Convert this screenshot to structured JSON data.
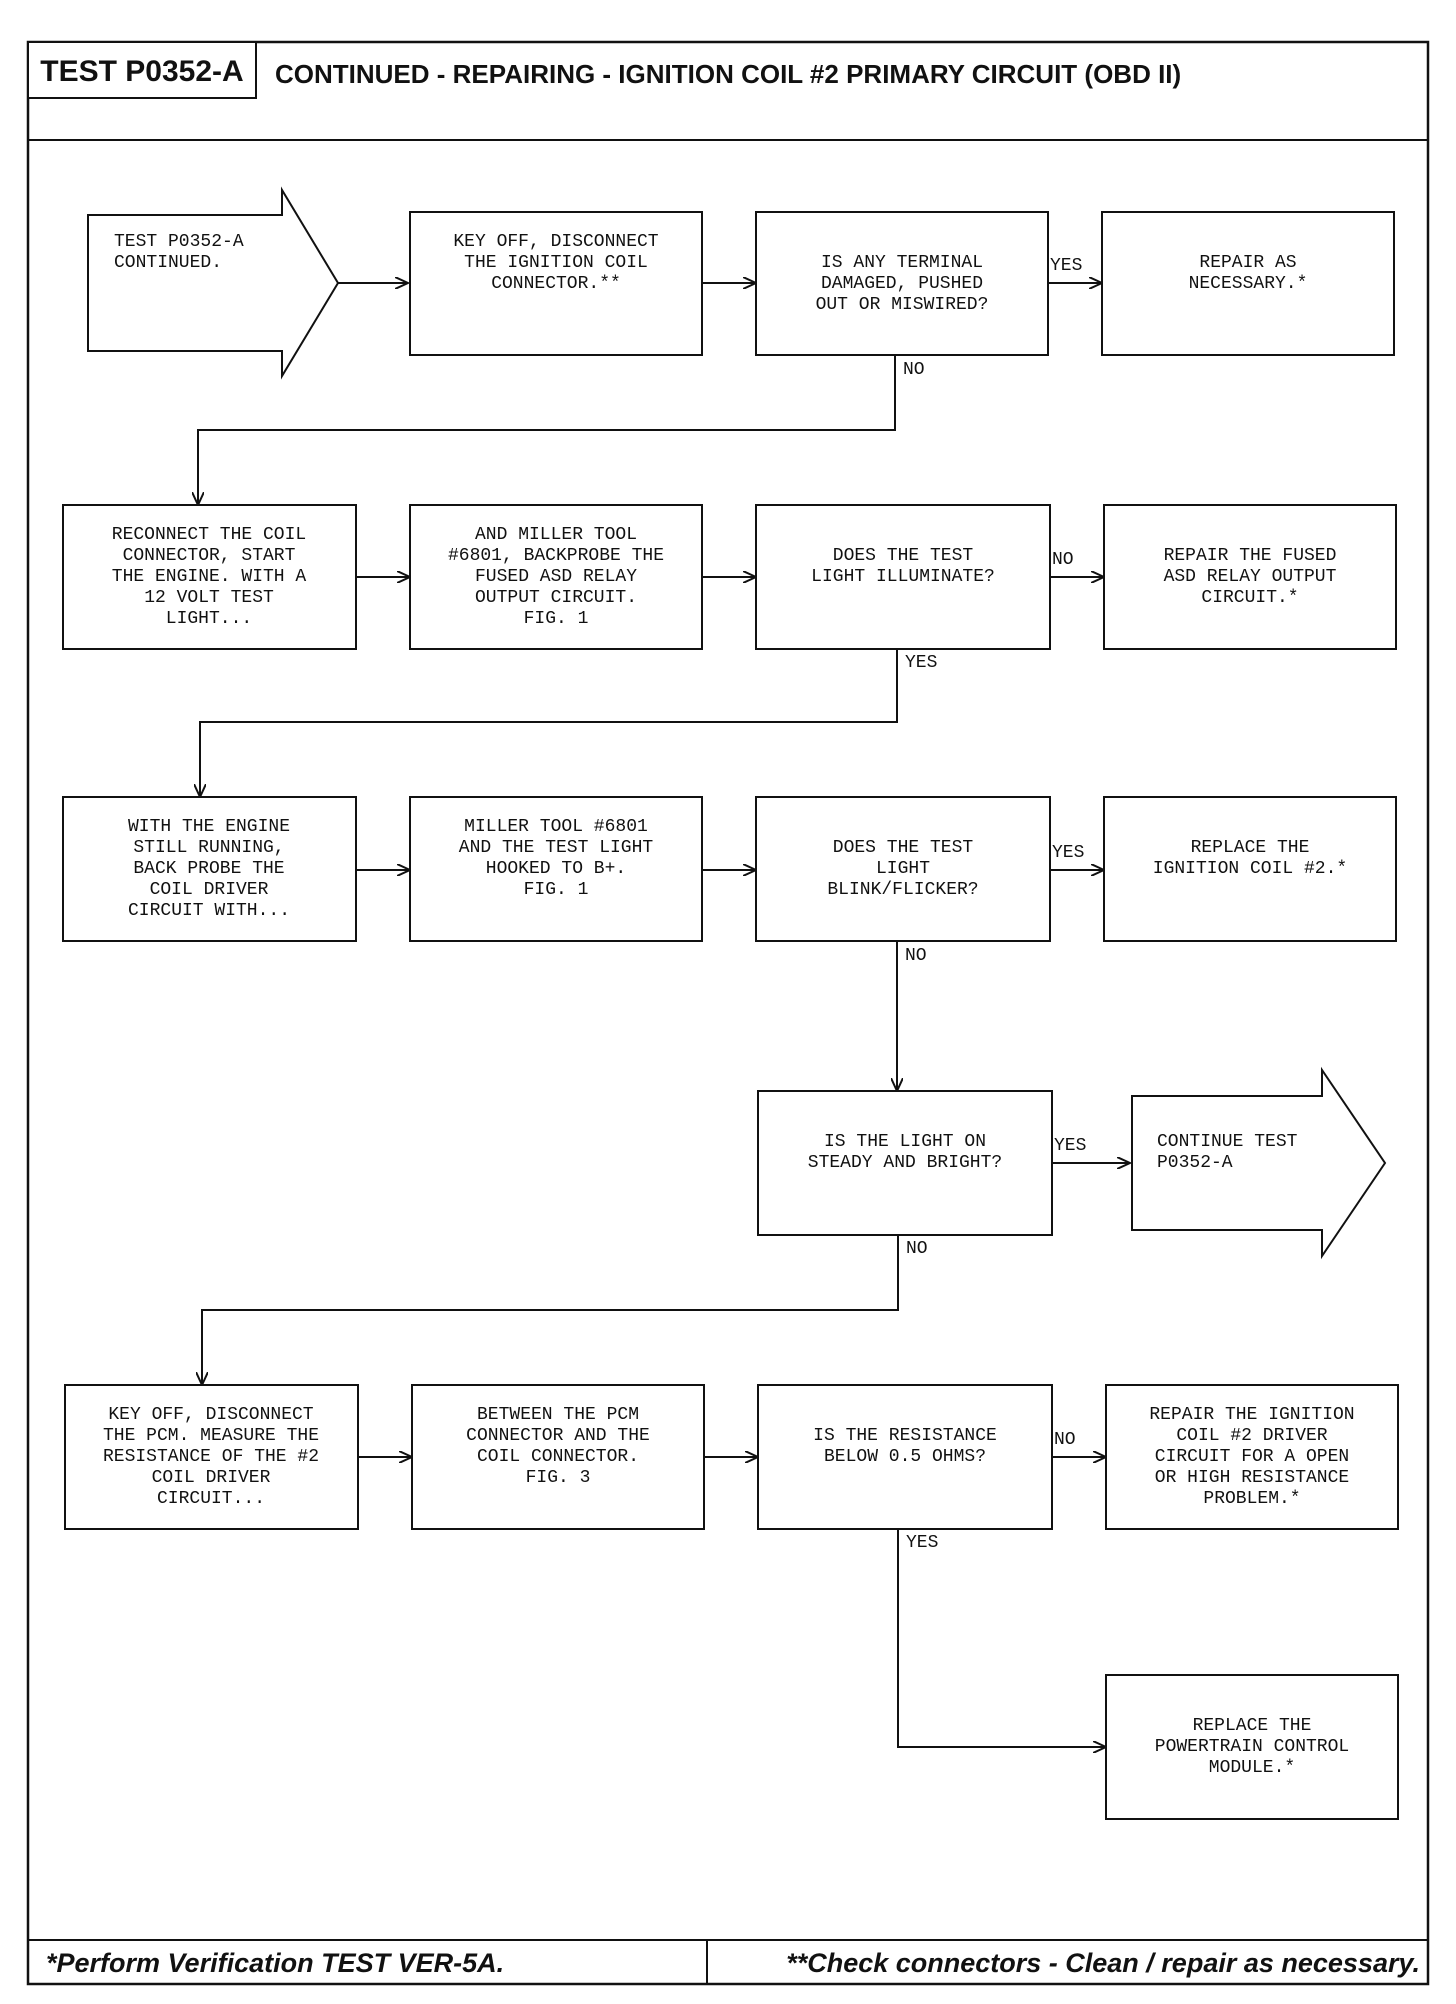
{
  "header": {
    "test_id": "TEST P0352-A",
    "title": "CONTINUED - REPAIRING - IGNITION COIL #2 PRIMARY CIRCUIT (OBD II)"
  },
  "nodes": {
    "start": [
      "TEST P0352-A",
      "CONTINUED."
    ],
    "key_off_disconnect": [
      "KEY OFF, DISCONNECT",
      "THE IGNITION COIL",
      "CONNECTOR.**"
    ],
    "terminal_damaged": [
      "IS ANY TERMINAL",
      "DAMAGED, PUSHED",
      "OUT OR MISWIRED?"
    ],
    "repair_as_necessary": [
      "REPAIR AS",
      "NECESSARY.*"
    ],
    "reconnect_coil": [
      "RECONNECT THE COIL",
      "CONNECTOR, START",
      "THE ENGINE. WITH A",
      "12 VOLT TEST",
      "LIGHT..."
    ],
    "miller_backprobe_asd": [
      "AND MILLER TOOL",
      "#6801, BACKPROBE THE",
      "FUSED ASD RELAY",
      "OUTPUT CIRCUIT.",
      "FIG. 1"
    ],
    "light_illuminate": [
      "DOES THE TEST",
      "LIGHT ILLUMINATE?"
    ],
    "repair_asd": [
      "REPAIR THE FUSED",
      "ASD RELAY OUTPUT",
      "CIRCUIT.*"
    ],
    "engine_running_backprobe": [
      "WITH THE ENGINE",
      "STILL RUNNING,",
      "BACK PROBE THE",
      "COIL DRIVER",
      "CIRCUIT WITH..."
    ],
    "miller_hooked_b": [
      "MILLER TOOL #6801",
      "AND THE TEST LIGHT",
      "HOOKED TO B+.",
      "FIG. 1"
    ],
    "light_blink": [
      "DOES THE TEST",
      "LIGHT",
      "BLINK/FLICKER?"
    ],
    "replace_coil": [
      "REPLACE THE",
      "IGNITION COIL #2.*"
    ],
    "light_steady": [
      "IS THE LIGHT ON",
      "STEADY AND BRIGHT?"
    ],
    "continue_test": [
      "CONTINUE TEST",
      "P0352-A"
    ],
    "key_off_pcm": [
      "KEY OFF, DISCONNECT",
      "THE PCM. MEASURE THE",
      "RESISTANCE OF THE #2",
      "COIL DRIVER",
      "CIRCUIT..."
    ],
    "between_pcm": [
      "BETWEEN THE PCM",
      "CONNECTOR AND THE",
      "COIL CONNECTOR.",
      "FIG. 3"
    ],
    "resistance_below": [
      "IS THE RESISTANCE",
      "BELOW 0.5 OHMS?"
    ],
    "repair_driver": [
      "REPAIR THE IGNITION",
      "COIL #2 DRIVER",
      "CIRCUIT FOR A OPEN",
      "OR HIGH RESISTANCE",
      "PROBLEM.*"
    ],
    "replace_pcm": [
      "REPLACE THE",
      "POWERTRAIN CONTROL",
      "MODULE.*"
    ]
  },
  "labels": {
    "yes": "YES",
    "no": "NO"
  },
  "footer": {
    "left": "*Perform Verification TEST VER-5A.",
    "right": "**Check connectors - Clean / repair as necessary."
  }
}
